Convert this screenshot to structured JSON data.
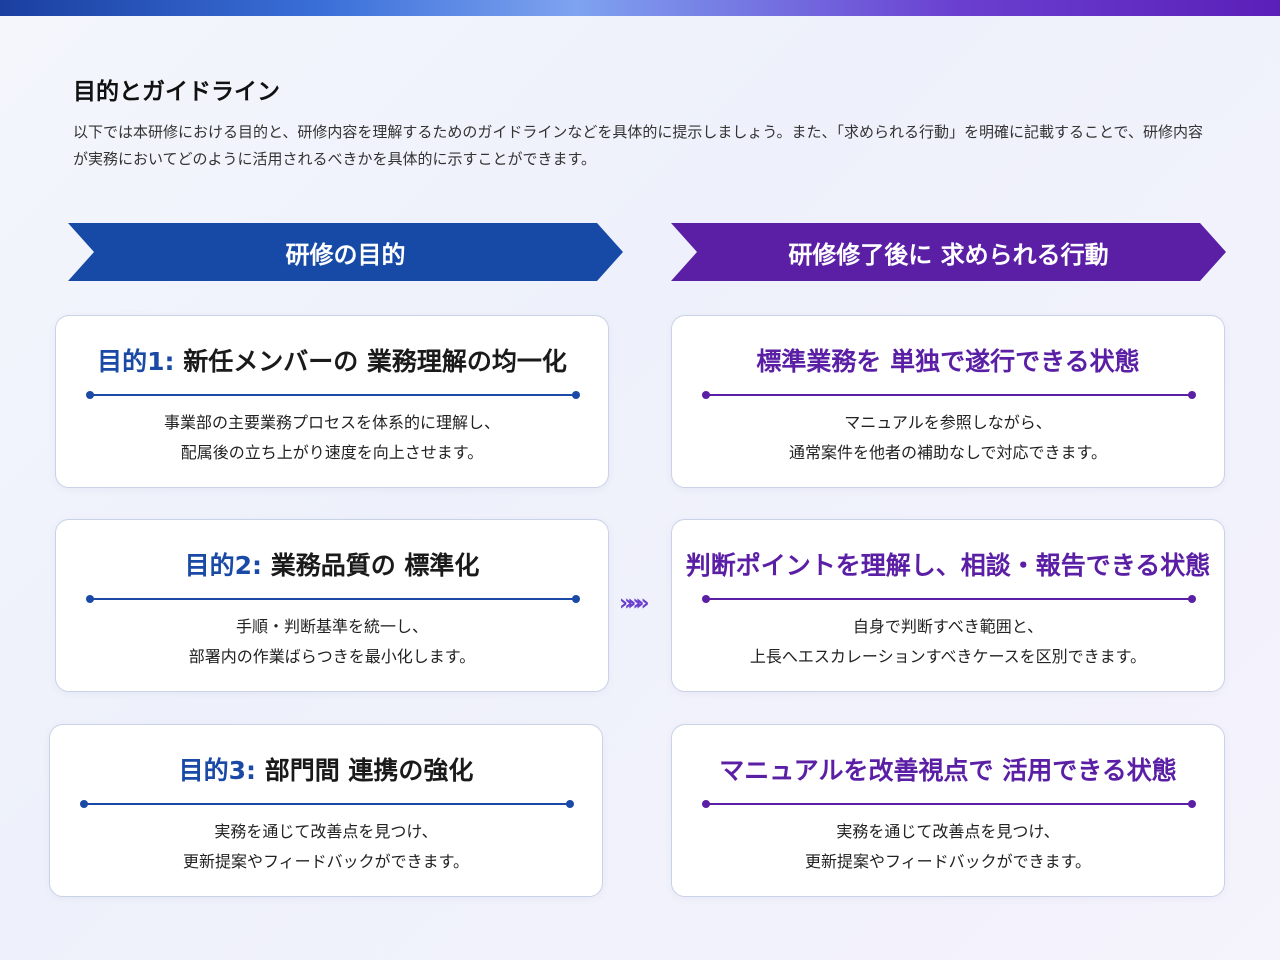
{
  "header": {
    "title": "目的とガイドライン",
    "description": "以下では本研修における目的と、研修内容を理解するためのガイドラインなどを具体的に提示しましょう。また、「求められる行動」を明確に記載することで、研修内容が実務においてどのように活用されるべきかを具体的に示すことができます。"
  },
  "banners": {
    "left": "研修の目的",
    "right": "研修修了後に 求められる行動"
  },
  "objectives": [
    {
      "lead": "目的1:",
      "title": " 新任メンバーの 業務理解の均一化",
      "line1": "事業部の主要業務プロセスを体系的に理解し、",
      "line2": "配属後の立ち上がり速度を向上させます。"
    },
    {
      "lead": "目的2:",
      "title": " 業務品質の 標準化",
      "line1": "手順・判断基準を統一し、",
      "line2": "部署内の作業ばらつきを最小化します。"
    },
    {
      "lead": "目的3:",
      "title": " 部門間 連携の強化",
      "line1": "実務を通じて改善点を見つけ、",
      "line2": "更新提案やフィードバックができます。"
    }
  ],
  "behaviors": [
    {
      "title": "標準業務を 単独で遂行できる状態",
      "line1": "マニュアルを参照しながら、",
      "line2": "通常案件を他者の補助なしで対応できます。"
    },
    {
      "title": "判断ポイントを理解し、相談・報告できる状態",
      "line1": "自身で判断すべき範囲と、",
      "line2": "上長へエスカレーションすべきケースを区別できます。"
    },
    {
      "title": "マニュアルを改善視点で 活用できる状態",
      "line1": "実務を通じて改善点を見つけ、",
      "line2": "更新提案やフィードバックができます。"
    }
  ],
  "connector": "»»»",
  "colors": {
    "blue": "#164aa6",
    "purple": "#5b1fa6"
  }
}
